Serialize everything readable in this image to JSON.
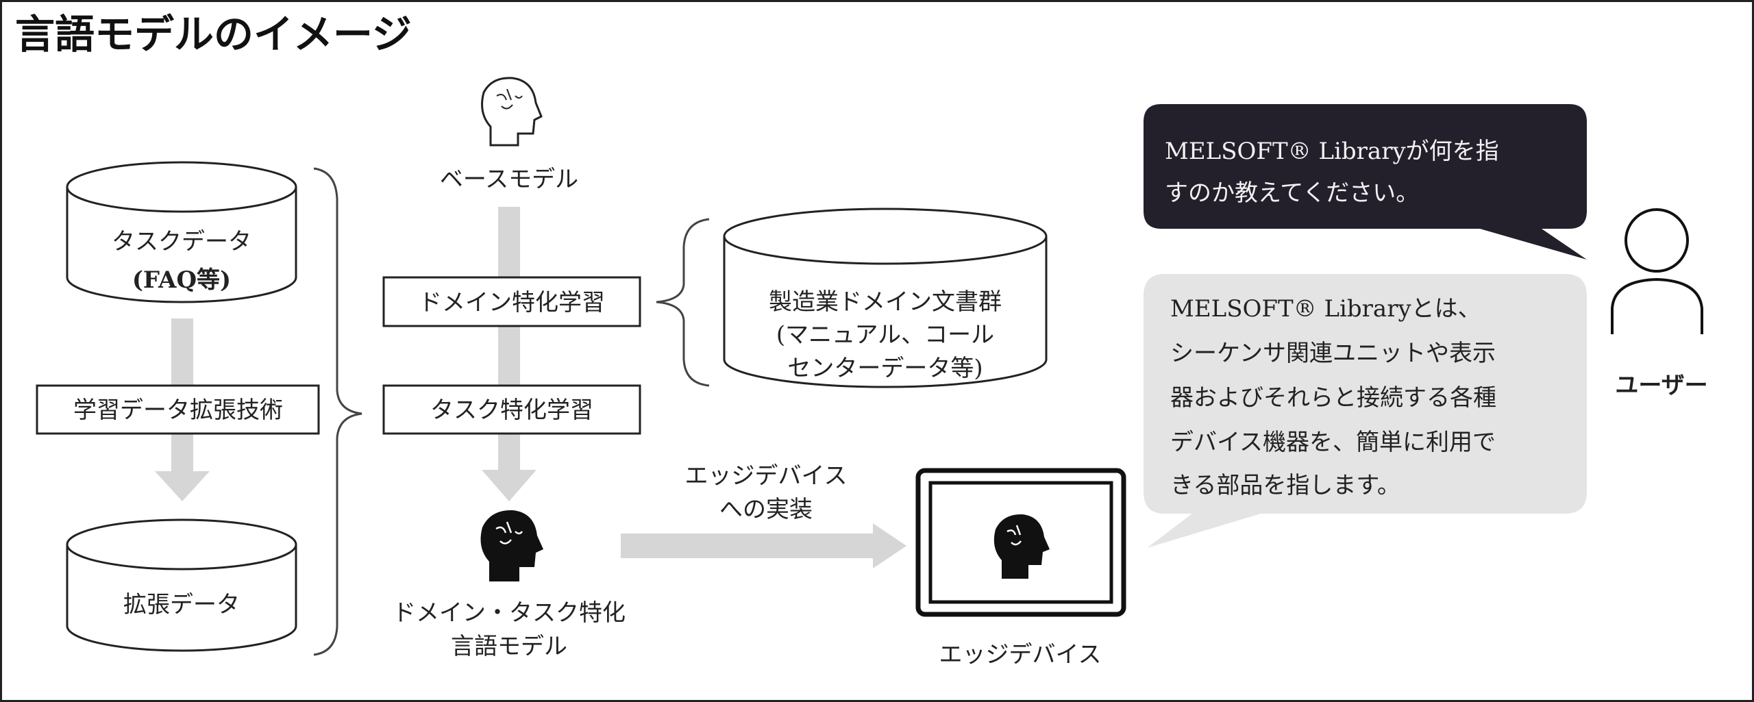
{
  "title": "言語モデルのイメージ",
  "base_model": "ベースモデル",
  "task_data": {
    "line1": "タスクデータ",
    "line2": "(FAQ等)"
  },
  "augmentation_box": "学習データ拡張技術",
  "augmented_data": "拡張データ",
  "domain_training_box": "ドメイン特化学習",
  "task_training_box": "タスク特化学習",
  "domain_docs": {
    "line1": "製造業ドメイン文書群",
    "line2": "(マニュアル、コール",
    "line3": "センターデータ等)"
  },
  "specialized_model": {
    "line1": "ドメイン・タスク特化",
    "line2": "言語モデル"
  },
  "deploy_label": {
    "line1": "エッジデバイス",
    "line2": "への実装"
  },
  "edge_device": "エッジデバイス",
  "user_label": "ユーザー",
  "user_question": {
    "line1": "MELSOFT® Libraryが何を指",
    "line2": "すのか教えてください。"
  },
  "answer": {
    "line1": "MELSOFT® Libraryとは、",
    "line2": "シーケンサ関連ユニットや表示",
    "line3": "器およびそれらと接続する各種",
    "line4": "デバイス機器を、簡単に利用で",
    "line5": "きる部品を指します。"
  },
  "colors": {
    "dark_bubble": "#231f2b",
    "light_bubble": "#e4e4e4",
    "arrow": "#d6d6d6",
    "ink": "#111111"
  }
}
